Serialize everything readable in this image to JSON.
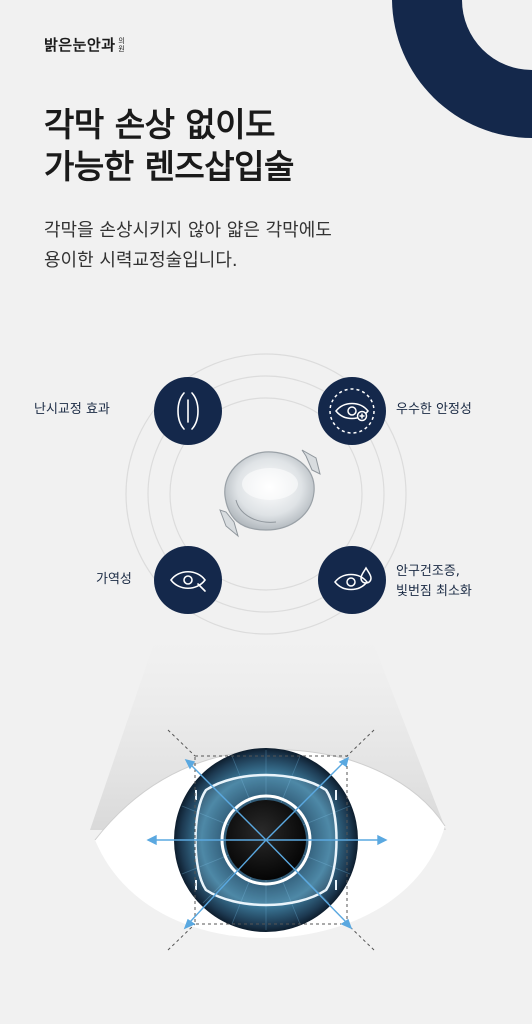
{
  "brand": {
    "name": "밝은눈안과",
    "suffix_top": "의",
    "suffix_bottom": "원"
  },
  "headline": {
    "line1": "각막 손상 없이도",
    "line2": "가능한 렌즈삽입술"
  },
  "description": {
    "line1": "각막을 손상시키지 않아 얇은 각막에도",
    "line2": "용이한 시력교정술입니다."
  },
  "features": {
    "astigmatism": "난시교정 효과",
    "stability": "우수한 안정성",
    "reversible": "가역성",
    "dry_eye_line1": "안구건조증,",
    "dry_eye_line2": "빛번짐 최소화"
  },
  "icons": {
    "astigmatism": "cornea-lens-icon",
    "stability": "eye-target-icon",
    "reversible": "eye-return-icon",
    "dry_eye": "eye-drop-icon"
  },
  "colors": {
    "navy": "#14284b",
    "background": "#f1f1f1",
    "text": "#1a1a1a",
    "accent_blue": "#5aa8e0"
  }
}
